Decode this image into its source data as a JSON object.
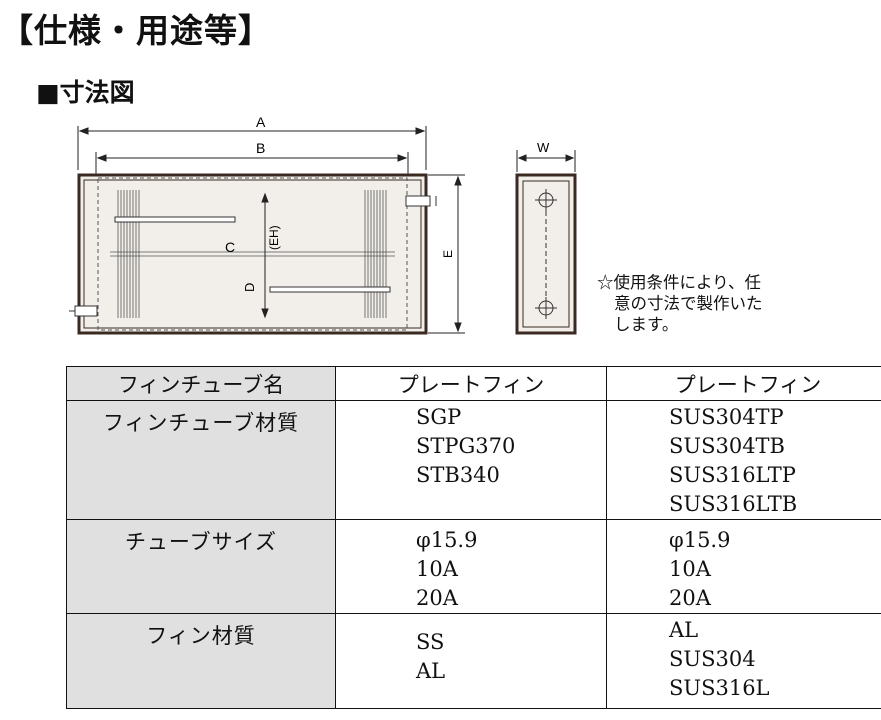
{
  "title": "【仕様・用途等】",
  "subtitle": "■寸法図",
  "dimension_labels": {
    "A": "A",
    "B": "B",
    "C": "C",
    "D": "D",
    "EH": "(EH)",
    "E": "E",
    "W": "W"
  },
  "note": [
    "☆使用条件により、任",
    "意の寸法で製作いた",
    "します。"
  ],
  "table": {
    "headers": [
      "フィンチューブ名",
      "プレートフィン",
      "プレートフィン"
    ],
    "rows": [
      {
        "label": "フィンチューブ材質",
        "col2": [
          "SGP",
          "STPG370",
          "STB340"
        ],
        "col3": [
          "SUS304TP",
          "SUS304TB",
          "SUS316LTP",
          "SUS316LTB"
        ]
      },
      {
        "label": "チューブサイズ",
        "col2": [
          "φ15.9",
          "10A",
          "20A"
        ],
        "col3": [
          "φ15.9",
          "10A",
          "20A"
        ]
      },
      {
        "label": "フィン材質",
        "col2": [
          "SS",
          "AL"
        ],
        "col3": [
          "AL",
          "SUS304",
          "SUS316L"
        ]
      }
    ]
  }
}
